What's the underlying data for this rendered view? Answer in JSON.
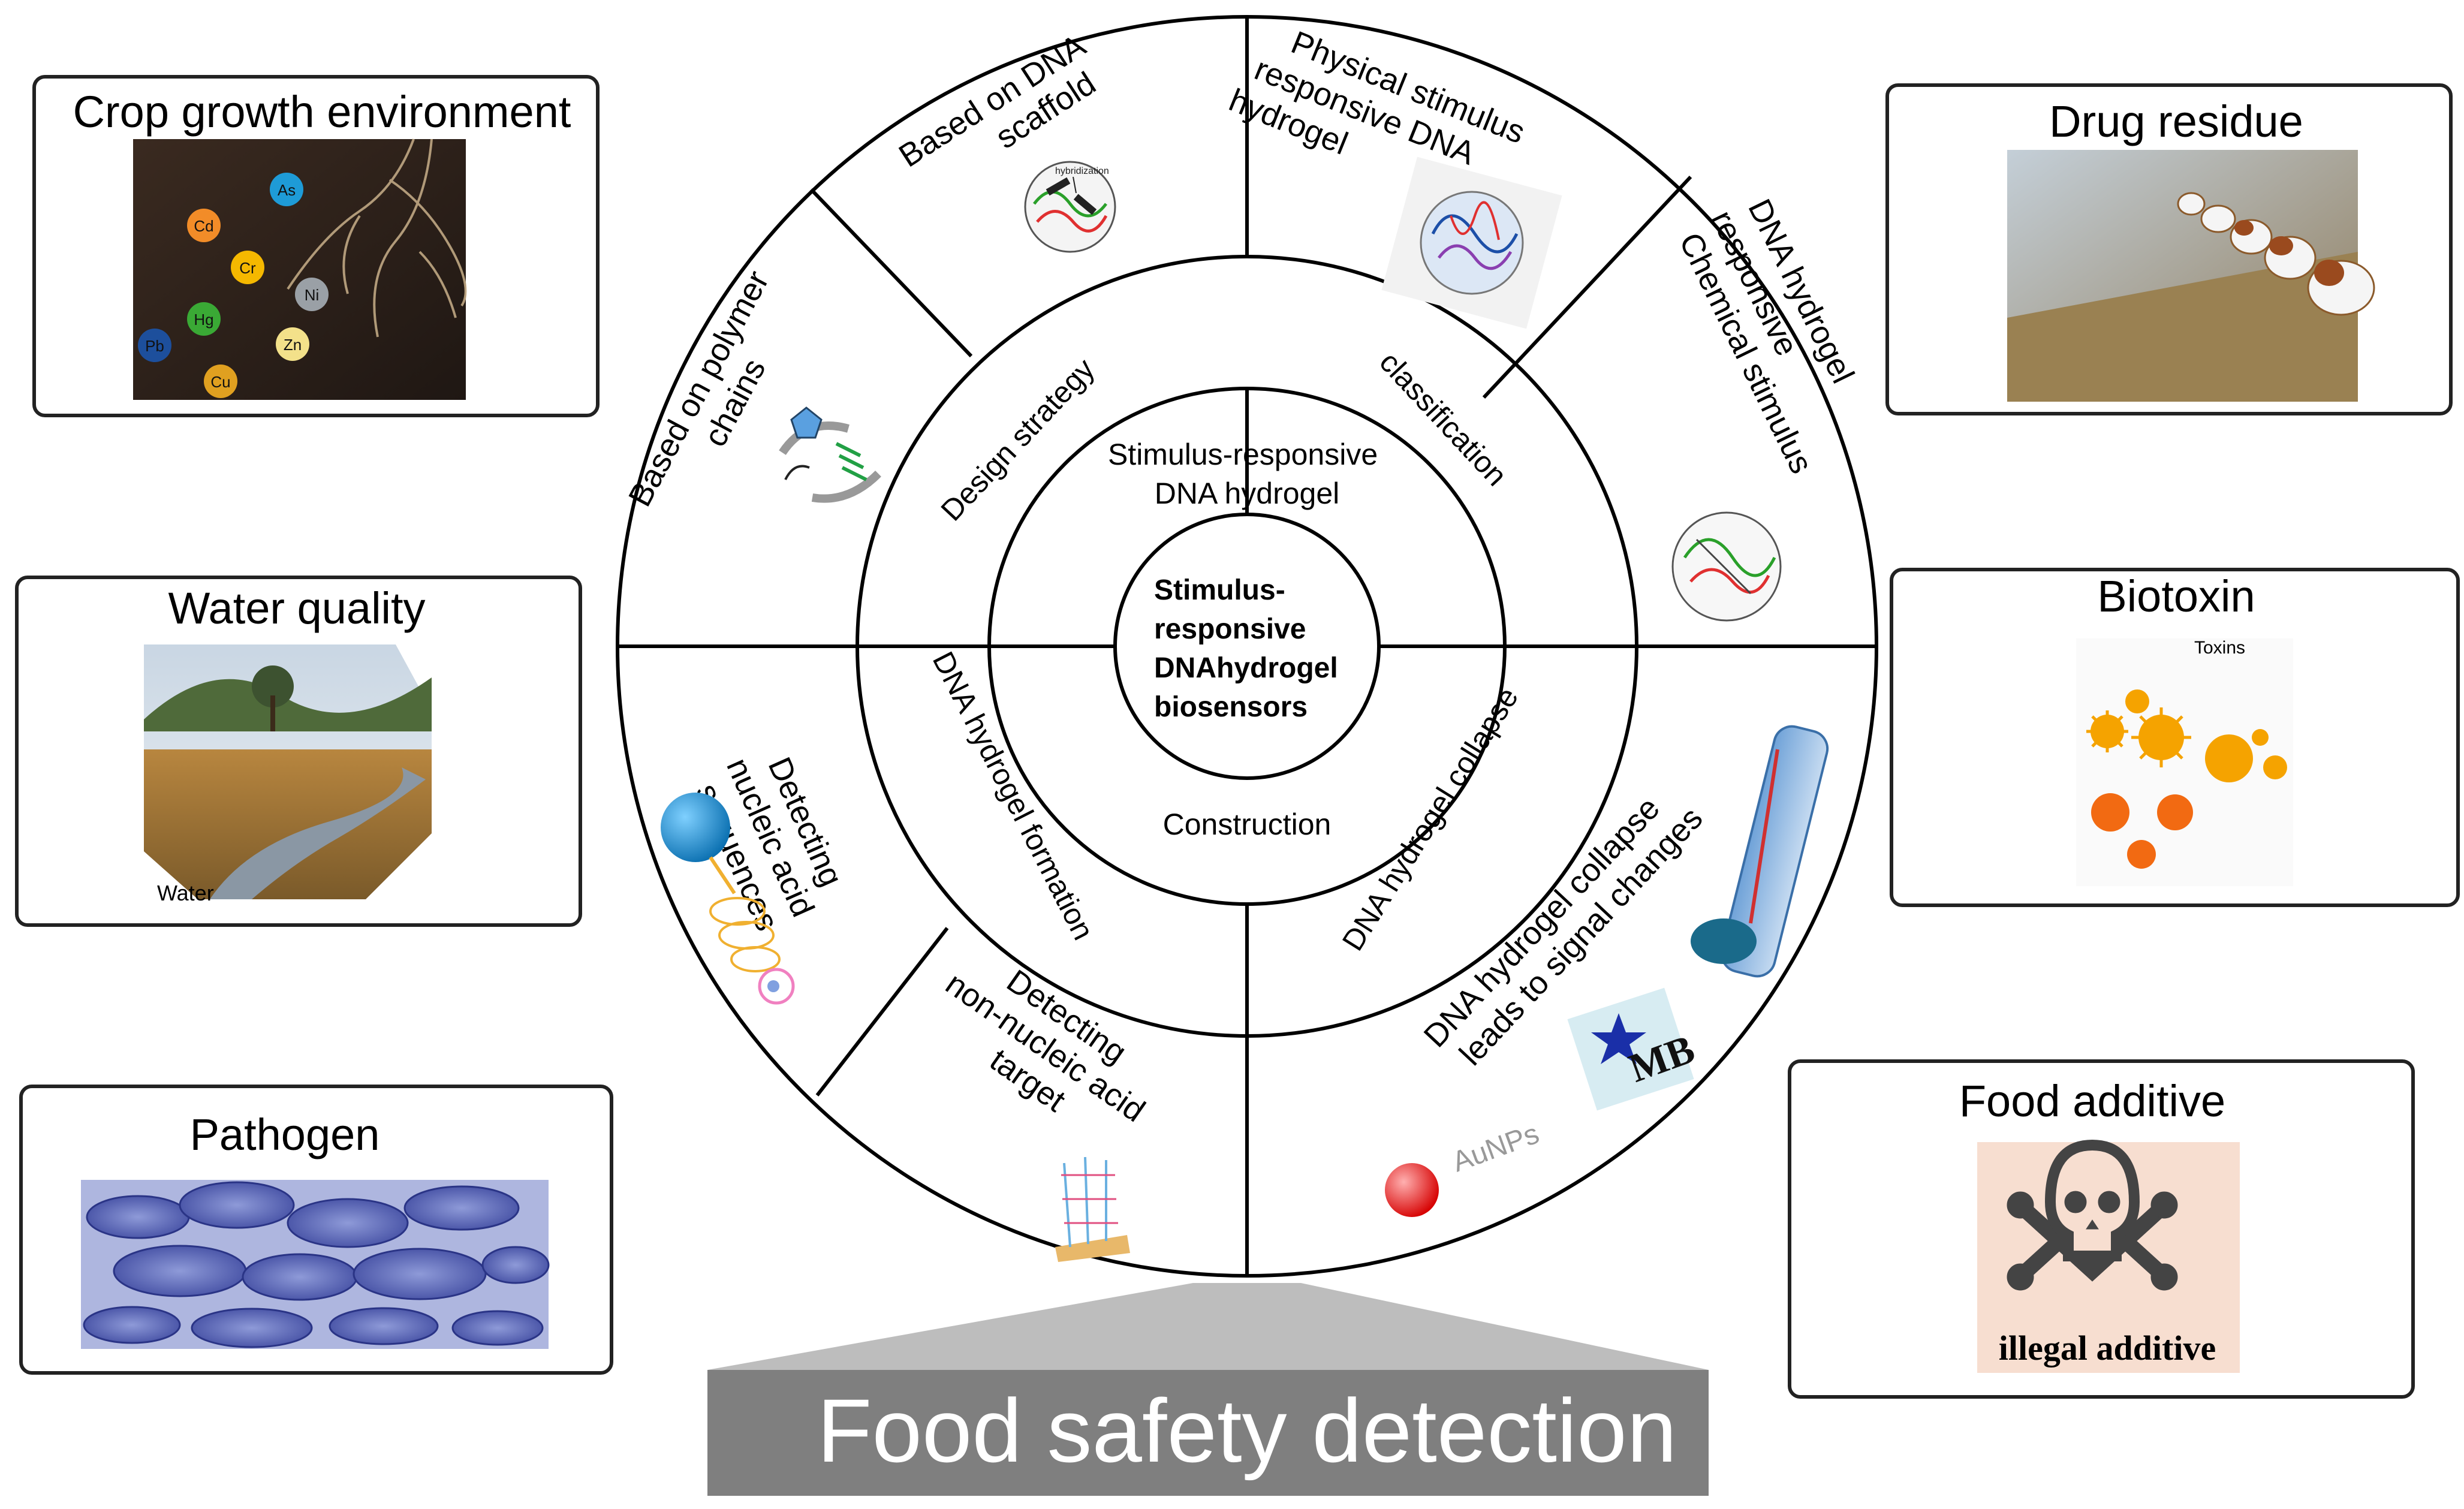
{
  "center": {
    "lines": [
      "Stimulus-",
      "responsive",
      "DNAhydrogel",
      "biosensors"
    ]
  },
  "middle_ring": {
    "top": [
      "Stimulus-responsive",
      "DNA hydrogel"
    ],
    "bottom": "Construction"
  },
  "inner_ring": {
    "design_strategy": "Design strategy",
    "classification": "classification",
    "formation": "DNA hydrogel formation",
    "collapse": "DNA hydrogel collapse"
  },
  "outer_ring": {
    "scaffold": [
      "Based on DNA",
      "scaffold"
    ],
    "polymer": [
      "Based on polymer",
      "chains"
    ],
    "physical": [
      "Physical stimulus",
      "responsive DNA",
      "hydrogel"
    ],
    "chemical": [
      "Chemical stimulus",
      "responsive",
      "DNA hydrogel"
    ],
    "nucleic": [
      "Detecting",
      "nucleic acid",
      "sequences"
    ],
    "nonnucleic": [
      "Detecting",
      "non-nucleic acid",
      "target"
    ],
    "collapse_signal": [
      "DNA hydrogel collapse",
      "leads to signal changes"
    ],
    "hybridization_label": "hybridization",
    "aunps_label": "AuNPs",
    "mb_label": "MB"
  },
  "panels": {
    "crop": {
      "title": "Crop growth environment",
      "elements": [
        "As",
        "Cd",
        "Cr",
        "Ni",
        "Hg",
        "Pb",
        "Zn",
        "Cu"
      ]
    },
    "water": {
      "title": "Water quality",
      "caption": "Water"
    },
    "pathogen": {
      "title": "Pathogen"
    },
    "drug": {
      "title": "Drug residue"
    },
    "biotoxin": {
      "title": "Biotoxin",
      "caption": "Toxins"
    },
    "additive": {
      "title": "Food additive",
      "caption": "illegal additive"
    }
  },
  "banner": {
    "text": "Food safety detection"
  },
  "colors": {
    "banner_gray": "#7f7f7f",
    "trapezoid_gray": "#bdbdbd",
    "element_As": "#1e9bd7",
    "element_Cd": "#f28c28",
    "element_Cr": "#f5b800",
    "element_Ni": "#9aa0a6",
    "element_Hg": "#3aa935",
    "element_Pb": "#1d4f9c",
    "element_Zn": "#f3e18a",
    "element_Cu": "#e0a020"
  }
}
